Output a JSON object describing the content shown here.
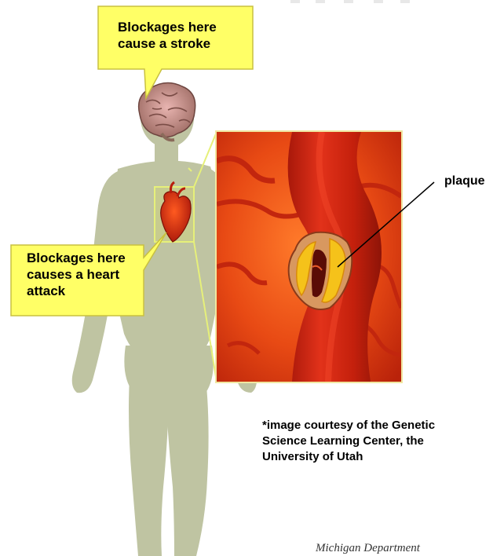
{
  "callouts": {
    "stroke": "Blockages here\ncause a stroke",
    "heart": "Blockages here\ncauses a heart\nattack"
  },
  "labels": {
    "plaque": "plaque"
  },
  "credit": "*image courtesy of the Genetic\nScience Learning Center, the\nUniversity of Utah",
  "footer": "Michigan Department",
  "colors": {
    "silhouette": "#bfc4a2",
    "callout_fill": "#ffff66",
    "artery_red": "#d42a10",
    "tissue_orange": "#e8541a",
    "plaque_yellow": "#f5c21a",
    "highlight_frame": "#e6f07a"
  },
  "icons": {
    "brain": "brain-icon",
    "heart": "heart-icon"
  }
}
